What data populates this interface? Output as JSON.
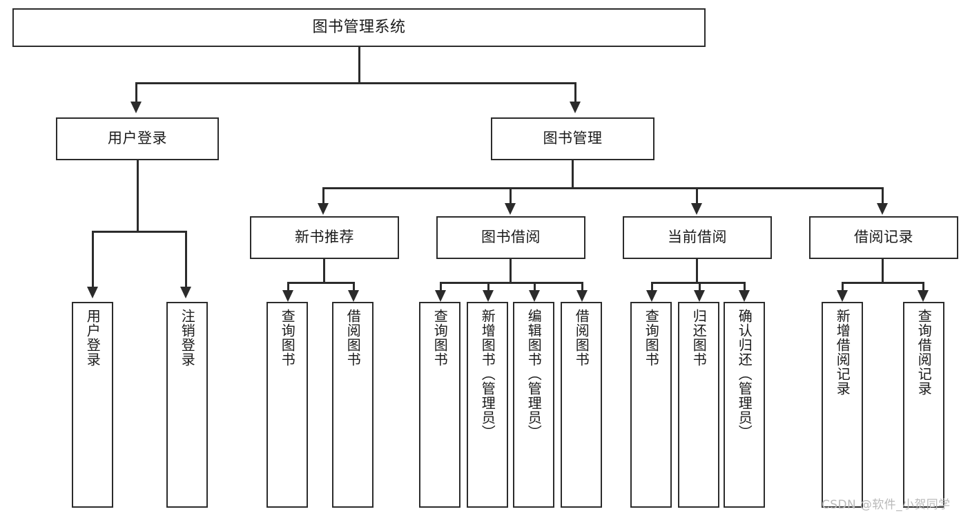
{
  "diagram": {
    "type": "tree-hierarchy",
    "title": "图书管理系统",
    "root": {
      "label": "图书管理系统"
    },
    "level2": [
      {
        "label": "用户登录"
      },
      {
        "label": "图书管理"
      }
    ],
    "level3": [
      {
        "label": "新书推荐"
      },
      {
        "label": "图书借阅"
      },
      {
        "label": "当前借阅"
      },
      {
        "label": "借阅记录"
      }
    ],
    "leaves": {
      "user_login": [
        {
          "label": "用户登录"
        },
        {
          "label": "注销登录"
        }
      ],
      "new_book_recommend": [
        {
          "label": "查询图书"
        },
        {
          "label": "借阅图书"
        }
      ],
      "book_borrow": [
        {
          "label": "查询图书"
        },
        {
          "label": "新增图书（管理员）"
        },
        {
          "label": "编辑图书（管理员）"
        },
        {
          "label": "借阅图书"
        }
      ],
      "current_borrow": [
        {
          "label": "查询图书"
        },
        {
          "label": "归还图书"
        },
        {
          "label": "确认归还（管理员）"
        }
      ],
      "borrow_record": [
        {
          "label": "新增借阅记录"
        },
        {
          "label": "查询借阅记录"
        }
      ]
    }
  },
  "watermark": {
    "text": "CSDN @软件_小贺同学"
  },
  "colors": {
    "box_border": "#2b2b2b",
    "box_fill": "#ffffff",
    "text": "#1a1a1a",
    "connector": "#2b2b2b",
    "watermark": "#b9b9b9",
    "page_background": "#ffffff"
  }
}
